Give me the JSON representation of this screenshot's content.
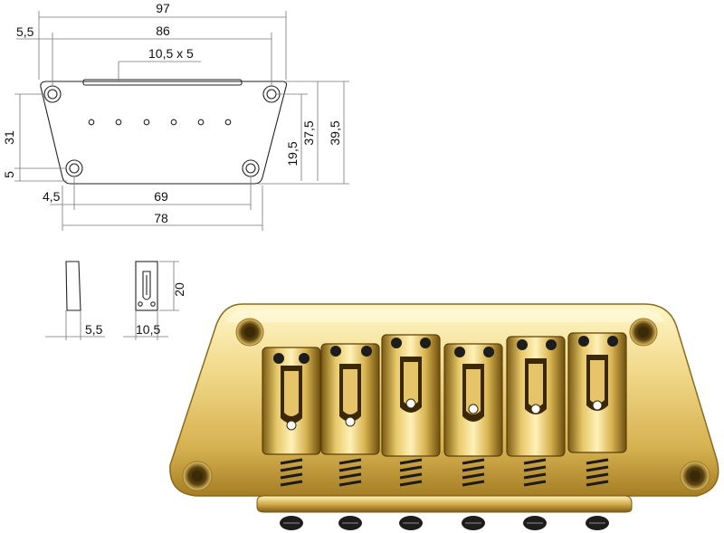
{
  "drawing": {
    "top_view": {
      "width_overall": "97",
      "offset_left": "5,5",
      "hole_spacing_top": "86",
      "slot_size": "10,5 x 5",
      "height_plate": "31",
      "offset_bottom": "5",
      "height_mid": "19,5",
      "height_a": "37,5",
      "height_b": "39,5",
      "offset_bottom_left": "4,5",
      "hole_spacing_bottom": "69",
      "width_bottom": "78"
    },
    "saddle_side": {
      "thickness": "5,5"
    },
    "saddle_front": {
      "height": "20",
      "width": "10,5"
    }
  },
  "photo": {
    "subject": "gold-bridge",
    "colors": {
      "gold_light": "#f6e7a6",
      "gold_mid": "#d9b652",
      "gold_dark": "#8a6516",
      "screw": "#1d1d1d"
    }
  }
}
